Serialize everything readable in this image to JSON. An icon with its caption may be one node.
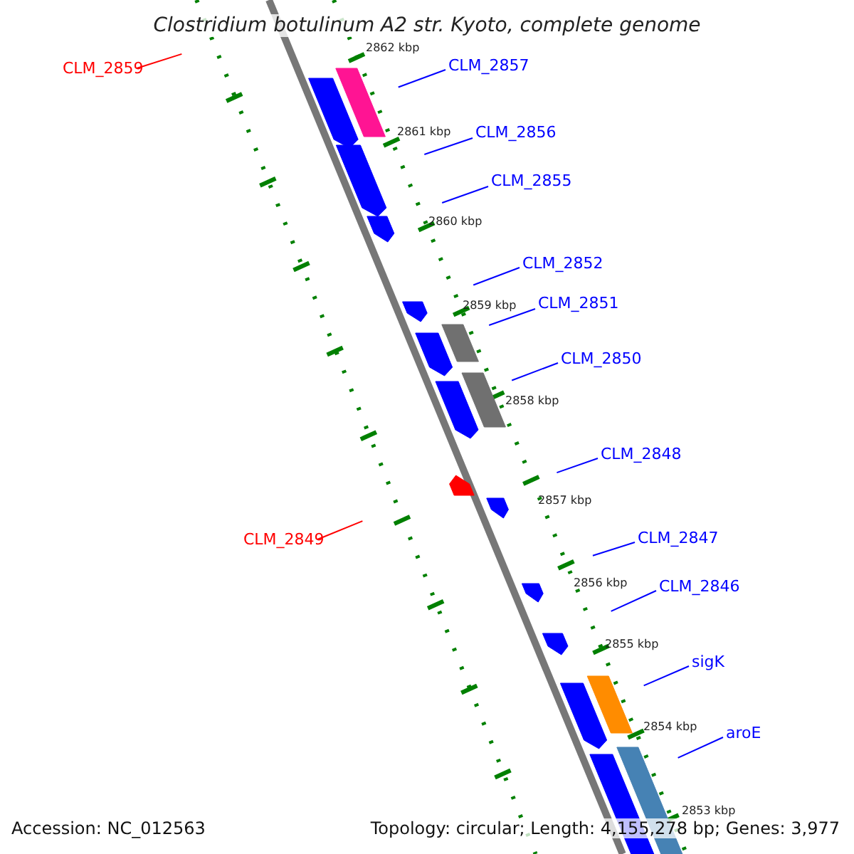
{
  "diagram": {
    "title": "Clostridium botulinum A2 str. Kyoto, complete genome",
    "nodes": [
      {
        "text": [
          "CLM_2859"
        ]
      },
      {
        "text": [
          "CLM_2857"
        ]
      },
      {
        "text": [
          "CLM_2856"
        ]
      },
      {
        "text": [
          "CLM_2855"
        ]
      },
      {
        "text": [
          "CLM_2852"
        ]
      },
      {
        "text": [
          "CLM_2851"
        ]
      },
      {
        "text": [
          "CLM_2850"
        ]
      },
      {
        "text": [
          "CLM_2848"
        ]
      },
      {
        "text": [
          "CLM_2849"
        ]
      },
      {
        "text": [
          "CLM_2847"
        ]
      },
      {
        "text": [
          "CLM_2846"
        ]
      },
      {
        "text": [
          "sigK"
        ]
      },
      {
        "text": [
          "aroE"
        ]
      }
    ],
    "edges": [
      {
        "from": 0,
        "to": null,
        "arrow": "none",
        "color": "#ff0000"
      },
      {
        "from": 1,
        "to": null,
        "arrow": "none"
      },
      {
        "from": 2,
        "to": null,
        "arrow": "none"
      },
      {
        "from": 3,
        "to": null,
        "arrow": "none"
      },
      {
        "from": 4,
        "to": null,
        "arrow": "none"
      },
      {
        "from": 5,
        "to": null,
        "arrow": "none"
      },
      {
        "from": 6,
        "to": null,
        "arrow": "none"
      },
      {
        "from": 7,
        "to": null,
        "arrow": "none"
      },
      {
        "from": 8,
        "to": null,
        "arrow": "none",
        "color": "#ff0000"
      },
      {
        "from": 9,
        "to": null,
        "arrow": "none"
      },
      {
        "from": 10,
        "to": null,
        "arrow": "none"
      },
      {
        "from": 11,
        "to": null,
        "arrow": "none"
      },
      {
        "from": 12,
        "to": null,
        "arrow": "none"
      }
    ],
    "labels": [
      "2862 kbp",
      "2861 kbp",
      "2860 kbp",
      "2859 kbp",
      "2858 kbp",
      "2857 kbp",
      "2856 kbp",
      "2855 kbp",
      "2854 kbp",
      "2853 kbp",
      "Accession: NC_012563",
      "Topology: circular; Length: 4,155,278 bp; Genes: 3,977"
    ]
  }
}
